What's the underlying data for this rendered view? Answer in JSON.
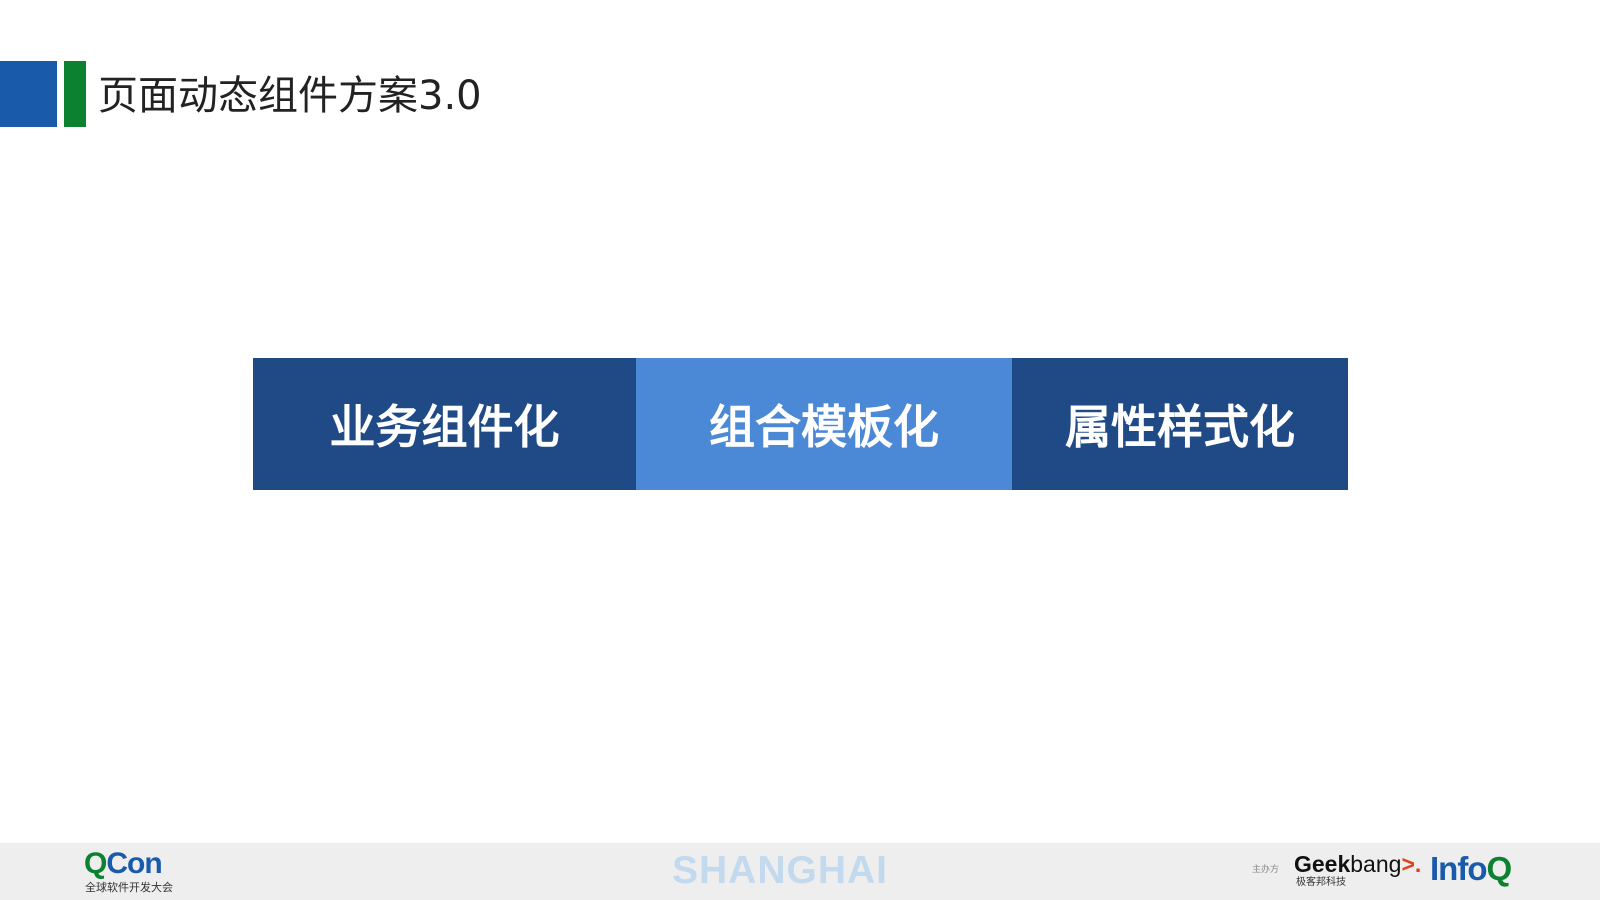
{
  "slide": {
    "title": "页面动态组件方案3.0"
  },
  "banner": {
    "blocks": [
      {
        "label": "业务组件化"
      },
      {
        "label": "组合模板化"
      },
      {
        "label": "属性样式化"
      }
    ]
  },
  "footer": {
    "qcon_q": "Q",
    "qcon_con": "Con",
    "qcon_subtitle": "全球软件开发大会",
    "city": "SHANGHAI",
    "host_label": "主办方",
    "geekbang_geek": "Geek",
    "geekbang_bang": "bang",
    "geekbang_arrow": ">.",
    "geekbang_subtitle": "极客邦科技",
    "infoq_info": "Info",
    "infoq_q": "Q"
  },
  "colors": {
    "accent_blue": "#1a5aab",
    "accent_green": "#0c8130",
    "dark_block": "#1f4a86",
    "light_block": "#4b88d6",
    "footer_bg": "#eeeeee"
  }
}
